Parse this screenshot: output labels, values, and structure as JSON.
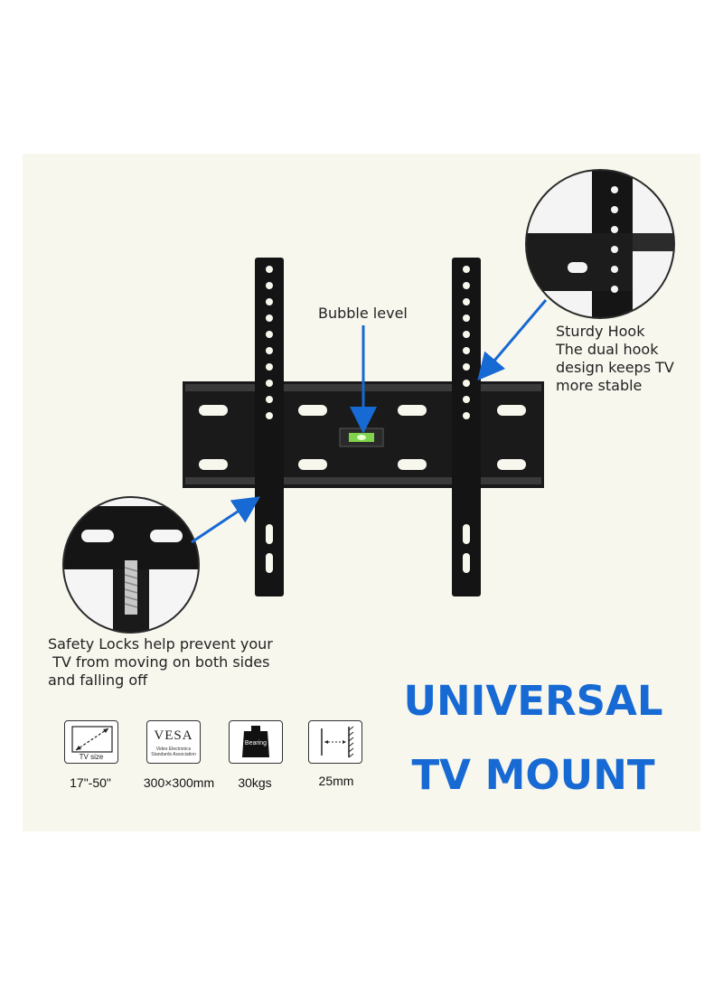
{
  "callouts": {
    "bubble_level": "Bubble level",
    "sturdy_hook": [
      "Sturdy Hook",
      "The dual hook",
      "design keeps TV",
      "more stable"
    ],
    "safety_locks": [
      "Safety Locks help prevent your",
      " TV from moving on both sides",
      "and falling off"
    ]
  },
  "title": {
    "line1": "UNIVERSAL",
    "line2": "TV MOUNT"
  },
  "specs": [
    {
      "icon": "tv-size-icon",
      "icon_text": "TV size",
      "value": "17\"-50\""
    },
    {
      "icon": "vesa-icon",
      "icon_text": "VESA",
      "icon_subtext": [
        "Video Electronics",
        "Standards Association"
      ],
      "value": "300×300mm"
    },
    {
      "icon": "weight-icon",
      "icon_text": "Bearing",
      "value": "30kgs"
    },
    {
      "icon": "wall-distance-icon",
      "value": "25mm"
    }
  ],
  "colors": {
    "accent": "#1769d3",
    "background": "#f8f7ee",
    "mount": "#141414"
  }
}
